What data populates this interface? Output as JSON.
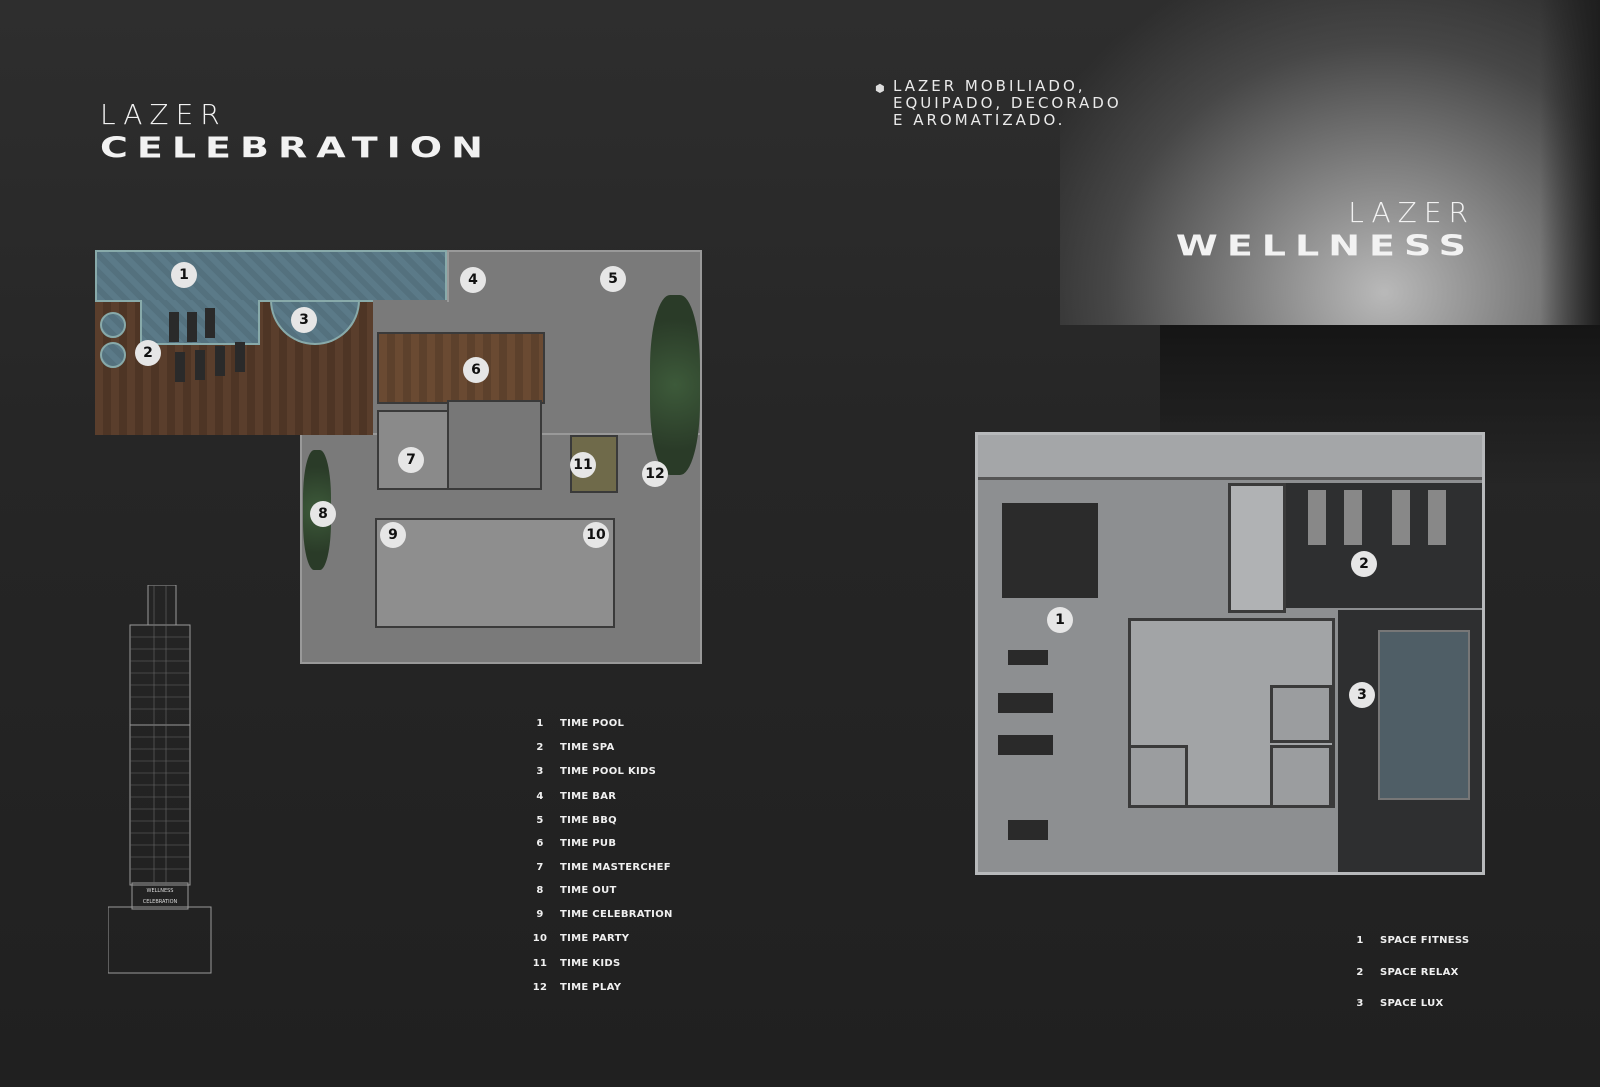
{
  "celebration": {
    "title_small": "LAZER",
    "title_big": "CELEBRATION",
    "markers": [
      "1",
      "2",
      "3",
      "4",
      "5",
      "6",
      "7",
      "8",
      "9",
      "10",
      "11",
      "12"
    ],
    "legend": [
      {
        "num": "1",
        "label": "TIME POOL"
      },
      {
        "num": "2",
        "label": "TIME SPA"
      },
      {
        "num": "3",
        "label": "TIME POOL KIDS"
      },
      {
        "num": "4",
        "label": "TIME BAR"
      },
      {
        "num": "5",
        "label": "TIME BBQ"
      },
      {
        "num": "6",
        "label": "TIME PUB"
      },
      {
        "num": "7",
        "label": "TIME MASTERCHEF"
      },
      {
        "num": "8",
        "label": "TIME OUT"
      },
      {
        "num": "9",
        "label": "TIME CELEBRATION"
      },
      {
        "num": "10",
        "label": "TIME PARTY"
      },
      {
        "num": "11",
        "label": "TIME KIDS"
      },
      {
        "num": "12",
        "label": "TIME PLAY"
      }
    ]
  },
  "wellness": {
    "title_small": "LAZER",
    "title_big": "WELLNESS",
    "markers": [
      "1",
      "2",
      "3"
    ],
    "legend": [
      {
        "num": "1",
        "label": "SPACE FITNESS"
      },
      {
        "num": "2",
        "label": "SPACE RELAX"
      },
      {
        "num": "3",
        "label": "SPACE LUX"
      }
    ]
  },
  "features": {
    "lines": [
      "LAZER MOBILIADO,",
      "EQUIPADO, DECORADO",
      "E AROMATIZADO."
    ]
  },
  "tower": {
    "label_top": "WELLNESS",
    "label_bottom": "CELEBRATION"
  },
  "colors": {
    "background": "#262626",
    "text": "#f2f2f2",
    "pool": "#5b7a88",
    "deck": "#5a3e2c",
    "marker": "#e6e6e6"
  }
}
